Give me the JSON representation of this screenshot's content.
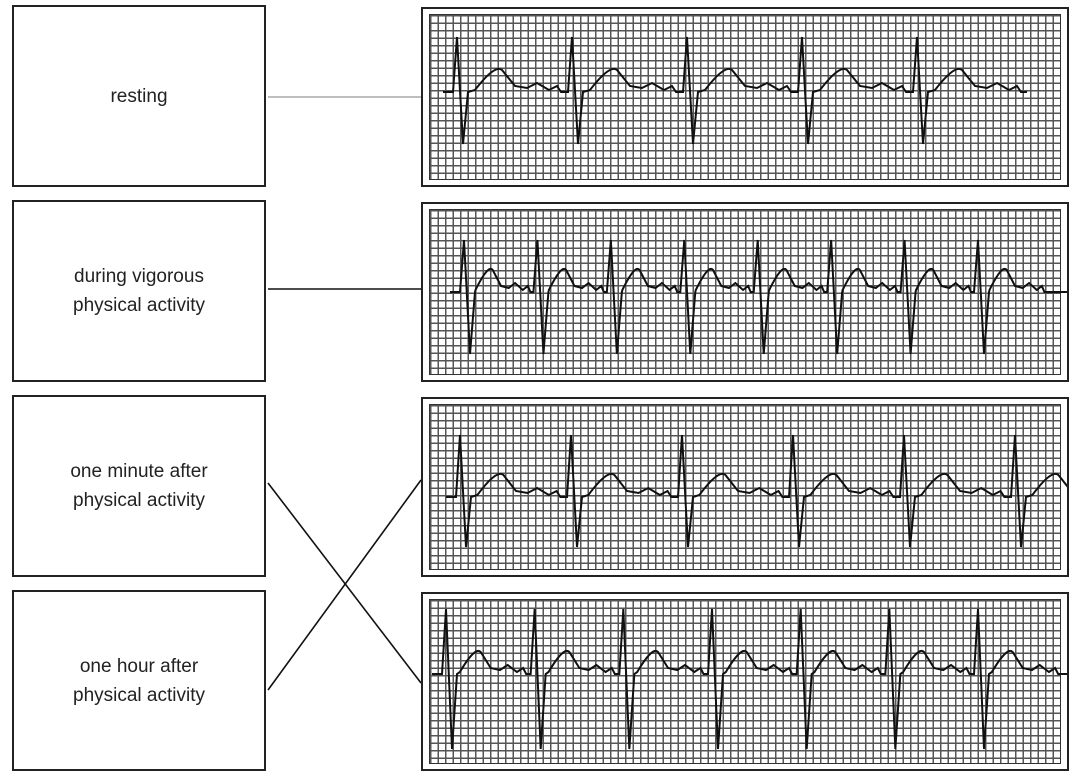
{
  "labels": [
    {
      "text_lines": [
        "resting"
      ]
    },
    {
      "text_lines": [
        "during vigorous",
        "physical activity"
      ]
    },
    {
      "text_lines": [
        "one minute after",
        "physical activity"
      ]
    },
    {
      "text_lines": [
        "one hour after",
        "physical activity"
      ]
    }
  ],
  "ecg_traces": [
    {
      "name": "trace-a",
      "beats": 5
    },
    {
      "name": "trace-b",
      "beats": 8
    },
    {
      "name": "trace-c",
      "beats": 6
    },
    {
      "name": "trace-d",
      "beats": 7
    }
  ],
  "connections": [
    {
      "from_label": 0,
      "to_trace": 0,
      "color": "#aaaaaa"
    },
    {
      "from_label": 1,
      "to_trace": 1,
      "color": "#111111"
    },
    {
      "from_label": 2,
      "to_trace": 3,
      "color": "#111111"
    },
    {
      "from_label": 3,
      "to_trace": 2,
      "color": "#111111"
    }
  ]
}
